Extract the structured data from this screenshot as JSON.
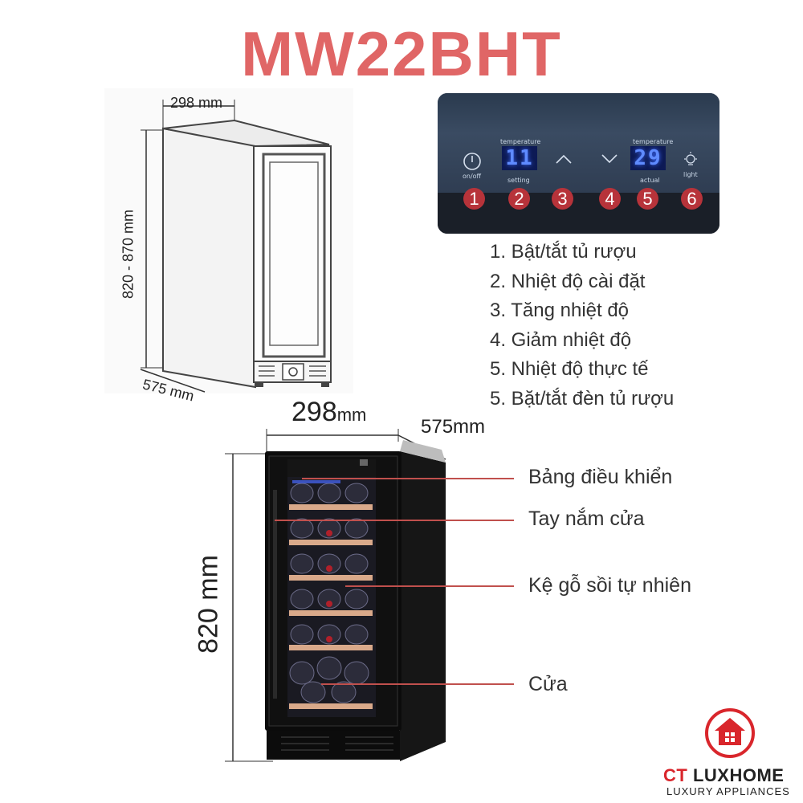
{
  "title": "MW22BHT",
  "top_diagram": {
    "width": "298 mm",
    "height": "820 - 870 mm",
    "depth": "575 mm"
  },
  "panel": {
    "onoff_label": "on/off",
    "temp_label_left": "temperature",
    "setting_value": "11",
    "setting_label": "setting",
    "temp_label_right": "temperature",
    "actual_value": "29",
    "actual_label": "actual",
    "light_label": "light",
    "numbers": [
      "1",
      "2",
      "3",
      "4",
      "5",
      "6"
    ]
  },
  "features": [
    "1. Bật/tắt tủ rượu",
    "2. Nhiệt độ cài đặt",
    "3. Tăng nhiệt độ",
    "4. Giảm nhiệt độ",
    "5. Nhiệt độ thực tế",
    "5. Bặt/tắt đèn tủ rượu"
  ],
  "front": {
    "width_num": "298",
    "width_unit": "mm",
    "depth": "575mm",
    "height": "820 mm"
  },
  "callouts": [
    "Bảng điều khiển",
    "Tay nắm cửa",
    "Kệ gỗ sồi tự nhiên",
    "Cửa"
  ],
  "logo": {
    "ct": "CT",
    "lux": "LUXHOME",
    "sub": "LUXURY APPLIANCES"
  },
  "colors": {
    "title": "#e06666",
    "callout_line": "#c0504d",
    "digit_blue": "#5f8bff",
    "badge_red": "#b7333a"
  }
}
